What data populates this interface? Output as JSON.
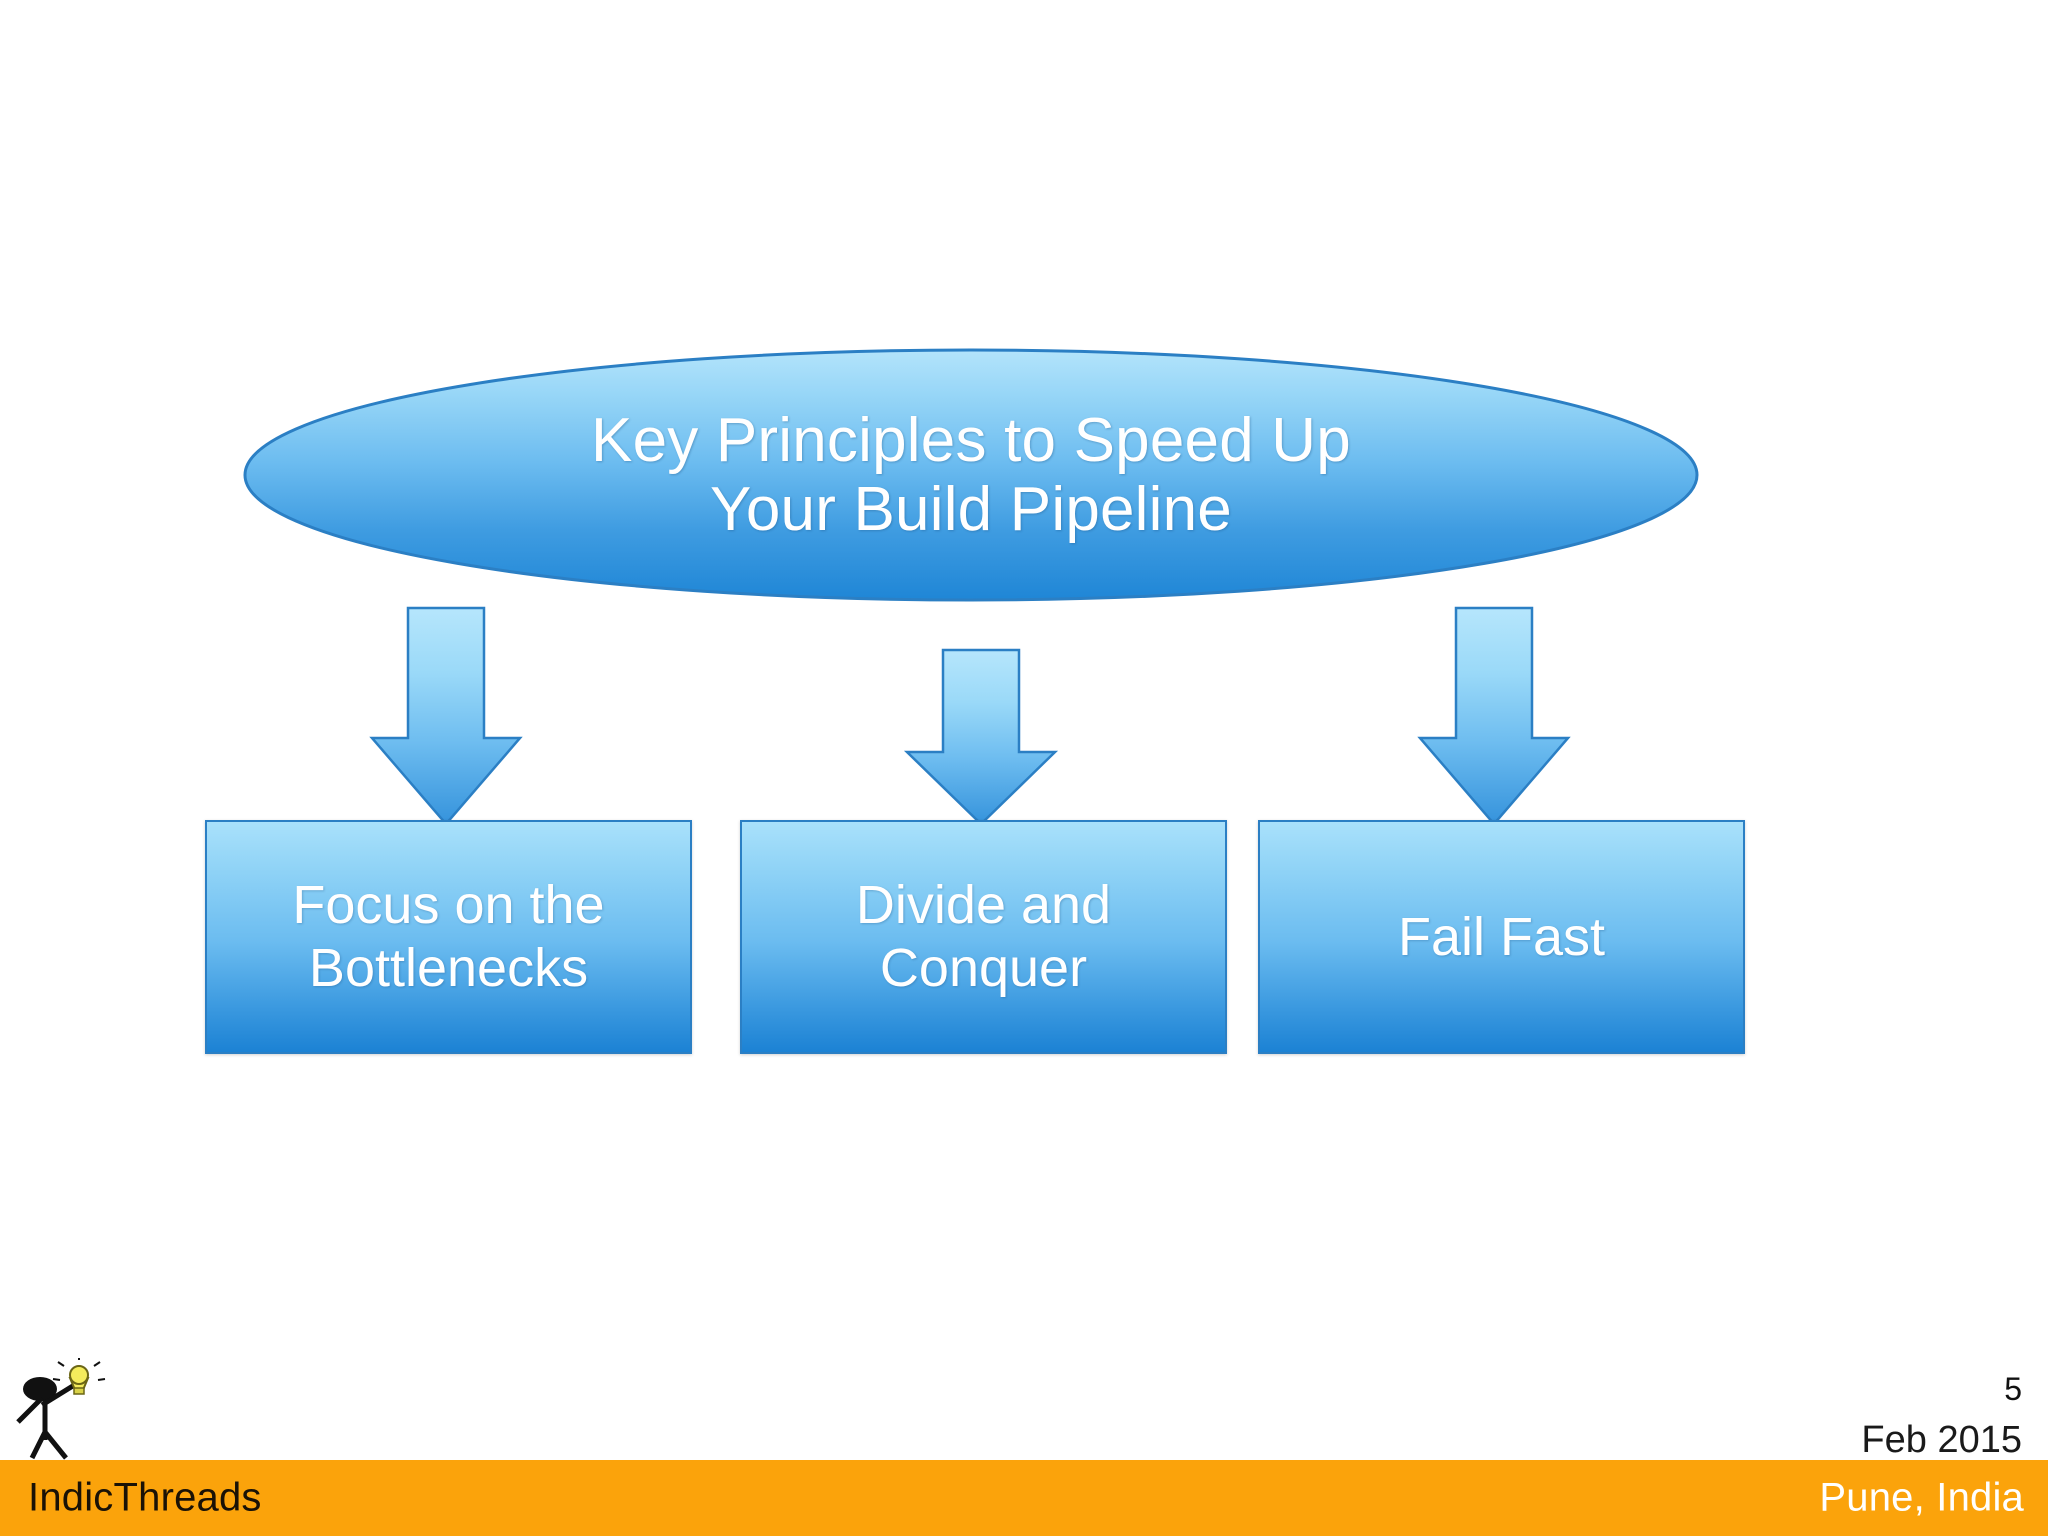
{
  "slide": {
    "title_line_1": "Key Principles to Speed Up",
    "title_line_2": "Your Build Pipeline",
    "background_color": "#ffffff"
  },
  "diagram": {
    "type": "flow-down",
    "root": {
      "shape": "ellipse",
      "label_lines": [
        "Key Principles to Speed Up",
        "Your Build Pipeline"
      ],
      "text_color": "#ffffff",
      "fill_top": "#a5ddf9",
      "fill_bottom": "#1f86d6",
      "border_color": "#2b7fc4"
    },
    "connectors": [
      {
        "name": "arrow-to-focus",
        "direction": "down"
      },
      {
        "name": "arrow-to-divide",
        "direction": "down"
      },
      {
        "name": "arrow-to-fail-fast",
        "direction": "down"
      }
    ],
    "nodes": [
      {
        "id": "focus-on-the-bottlenecks",
        "label_lines": [
          "Focus on the",
          "Bottlenecks"
        ],
        "shape": "rectangle"
      },
      {
        "id": "divide-and-conquer",
        "label_lines": [
          "Divide and",
          "Conquer"
        ],
        "shape": "rectangle"
      },
      {
        "id": "fail-fast",
        "label_lines": [
          "Fail Fast"
        ],
        "shape": "rectangle"
      }
    ],
    "node_fill_top": "#a9e1fb",
    "node_fill_bottom": "#1c82d4",
    "node_border_color": "#2b7fc4",
    "node_text_color": "#ffffff"
  },
  "footer": {
    "brand": "IndicThreads",
    "location": "Pune, India",
    "bar_color": "#fba30b",
    "brand_text_color": "#1a1206",
    "location_text_color": "#ffffff"
  },
  "meta": {
    "slide_number": "5",
    "date": "Feb 2015"
  },
  "logo": {
    "name": "stick-figure-with-lightbulb",
    "bulb_color": "#f4ec5c",
    "figure_color": "#111111"
  }
}
